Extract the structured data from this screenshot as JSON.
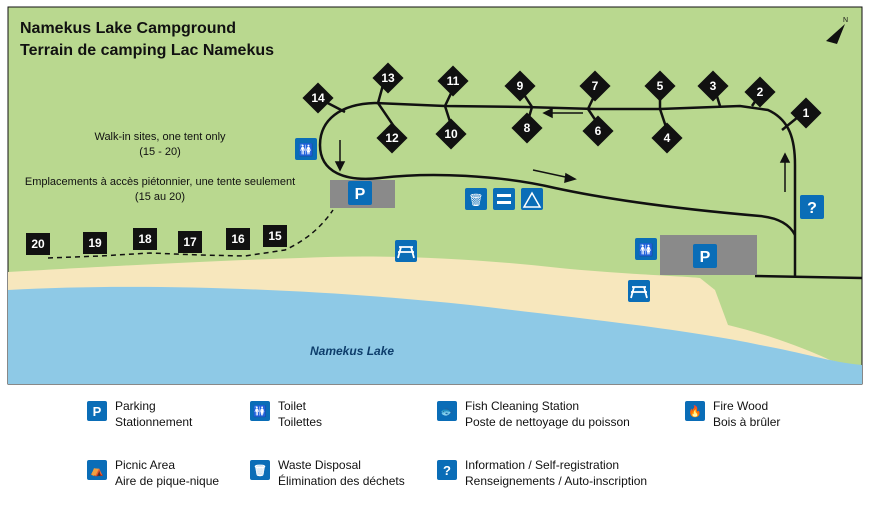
{
  "map": {
    "title_en": "Namekus Lake Campground",
    "title_fr": "Terrain de camping Lac Namekus",
    "lake_label": "Namekus Lake",
    "walkin_note": {
      "line1": "Walk-in sites, one tent only",
      "line2": "(15 - 20)",
      "line3": "Emplacements à accès piétonnier, une tente seulement",
      "line4": "(15 au 20)"
    },
    "sites": [
      "1",
      "2",
      "3",
      "4",
      "5",
      "6",
      "7",
      "8",
      "9",
      "10",
      "11",
      "12",
      "13",
      "14",
      "15",
      "16",
      "17",
      "18",
      "19",
      "20"
    ],
    "parking_symbol": "P",
    "info_symbol": "?"
  },
  "legend": {
    "parking": {
      "symbol": "P",
      "en": "Parking",
      "fr": "Stationnement"
    },
    "toilet": {
      "symbol": "🚻",
      "en": "Toilet",
      "fr": "Toilettes"
    },
    "fish": {
      "symbol": "🐟",
      "en": "Fish Cleaning Station",
      "fr": "Poste de nettoyage du poisson"
    },
    "firewood": {
      "symbol": "🔥",
      "en": "Fire Wood",
      "fr": "Bois à brûler"
    },
    "picnic": {
      "symbol": "⛺",
      "en": "Picnic Area",
      "fr": "Aire de pique-nique"
    },
    "waste": {
      "symbol": "🗑",
      "en": "Waste Disposal",
      "fr": "Élimination des déchets"
    },
    "info": {
      "symbol": "?",
      "en": "Information / Self-registration",
      "fr": "Renseignements / Auto-inscription"
    }
  },
  "colors": {
    "grass": "#b9d88f",
    "beach": "#f7e7bd",
    "water": "#8ec9e6",
    "sign_blue": "#0a6db7",
    "parking_gray": "#8a8a8a"
  }
}
